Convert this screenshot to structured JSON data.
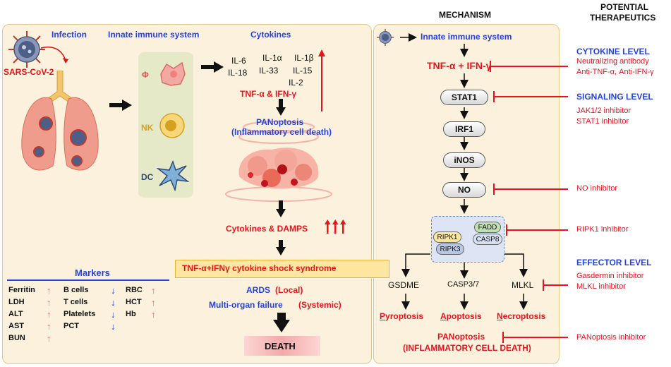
{
  "headers": {
    "mechanism": "MECHANISM",
    "potential_line1": "POTENTIAL",
    "potential_line2": "THERAPEUTICS"
  },
  "left": {
    "infection": "Infection",
    "innate": "Innate immune system",
    "cytokines_title": "Cytokines",
    "virus_label": "SARS-CoV-2",
    "cells": [
      "Φ",
      "NK",
      "DC"
    ],
    "cyto_list": [
      "IL-6",
      "IL-18",
      "IL-1α",
      "IL-33",
      "IL-1β",
      "IL-15",
      "IL-2"
    ],
    "tnf": "TNF-α & IFN-γ",
    "pan1": "PANoptosis",
    "pan2": "(Inflammatory cell death)",
    "damps": "Cytokines & DAMPS",
    "shock": "TNF-α+IFNγ cytokine shock syndrome",
    "ards": "ARDS",
    "ards_local": "(Local)",
    "mof": "Multi-organ failure",
    "mof_sys": "(Systemic)",
    "death": "DEATH",
    "markers_title": "Markers",
    "markers": {
      "col1": [
        [
          "Ferritin",
          "↑"
        ],
        [
          "LDH",
          "↑"
        ],
        [
          "ALT",
          "↑"
        ],
        [
          "AST",
          "↑"
        ],
        [
          "BUN",
          "↑"
        ]
      ],
      "col2": [
        [
          "B cells",
          "↓"
        ],
        [
          "T cells",
          "↓"
        ],
        [
          "Platelets",
          "↓"
        ],
        [
          "PCT",
          "↓"
        ]
      ],
      "col3": [
        [
          "RBC",
          "↑"
        ],
        [
          "HCT",
          "↑"
        ],
        [
          "Hb",
          "↑"
        ]
      ]
    }
  },
  "mechanism": {
    "innate": "Innate immune system",
    "tnf": "TNF-α + IFN-γ",
    "stat1": "STAT1",
    "irf1": "IRF1",
    "inos": "iNOS",
    "no": "NO",
    "complex": {
      "fadd": "FADD",
      "ripk1": "RIPK1",
      "casp8": "CASP8",
      "ripk3": "RIPK3"
    },
    "gsdme": "GSDME",
    "casp37": "CASP3/7",
    "mlkl": "MLKL",
    "pyro_first": "P",
    "pyro_rest": "yroptosis",
    "apo_first": "A",
    "apo_rest": "poptosis",
    "necro_first": "N",
    "necro_rest": "ecroptosis",
    "pan": "PANoptosis",
    "pan_sub": "(INFLAMMATORY CELL DEATH)"
  },
  "therapeutics": {
    "cytokine_level": "CYTOKINE LEVEL",
    "cytokine_items": [
      "Neutralizing antibody",
      "Anti-TNF-α, Anti-IFN-γ"
    ],
    "signaling_level": "SIGNALING LEVEL",
    "signaling_items": [
      "JAK1/2 inhibitor",
      "STAT1 inhibitor"
    ],
    "no_inhibitor": "NO inhibitor",
    "ripk1_inhibitor": "RIPK1 inhibitor",
    "effector_level": "EFFECTOR LEVEL",
    "effector_items": [
      "Gasdermin inhibitor",
      "MLKL inhibitor"
    ],
    "pan_inhibitor": "PANoptosis inhibitor"
  },
  "colors": {
    "blue": "#2442e0",
    "red": "#e8141c",
    "panel": "#fbf1dc"
  }
}
